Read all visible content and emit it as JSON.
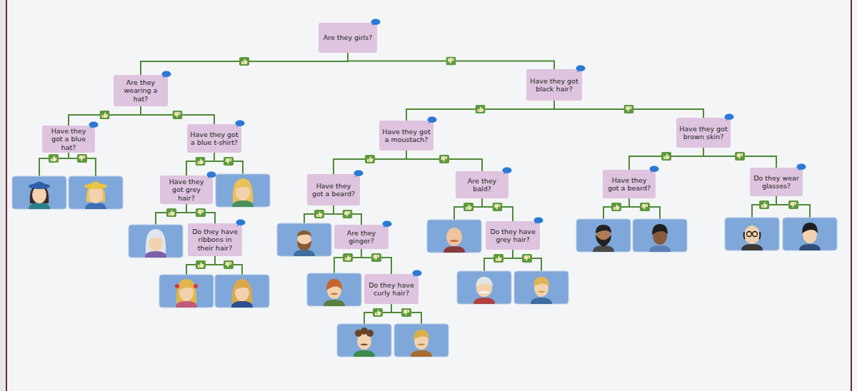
{
  "diagram": {
    "nodes": [
      {
        "text": [
          "Are they girls?"
        ]
      },
      {
        "text": [
          "Are they wearing a hat?"
        ]
      },
      {
        "text": [
          "Have they got black hair?"
        ]
      },
      {
        "text": [
          "Have they got a blue hat?"
        ]
      },
      {
        "text": [
          "Have they got a blue t-shirt?"
        ]
      },
      {
        "text": [
          "Have they got a moustach?"
        ]
      },
      {
        "text": [
          "Have they got brown skin?"
        ]
      },
      {
        "text": [
          "Have they got grey hair?"
        ]
      },
      {
        "text": [
          "Have they got a beard?"
        ]
      },
      {
        "text": [
          "Are they bald?"
        ]
      },
      {
        "text": [
          "Have they got a beard?"
        ]
      },
      {
        "text": [
          "Do they wear glasses?"
        ]
      },
      {
        "text": [
          "Do they have ribbons in their hair?"
        ]
      },
      {
        "text": [
          "Are they ginger?"
        ]
      },
      {
        "text": [
          "Do they have grey hair?"
        ]
      },
      {
        "text": [
          "Do they have curly hair?"
        ]
      }
    ],
    "edges": [
      {
        "from": 0,
        "to": 1,
        "arrow": "none"
      },
      {
        "from": 0,
        "to": 2,
        "arrow": "none"
      },
      {
        "from": 1,
        "to": 3,
        "arrow": "none"
      },
      {
        "from": 1,
        "to": 4,
        "arrow": "none"
      },
      {
        "from": 2,
        "to": 5,
        "arrow": "none"
      },
      {
        "from": 2,
        "to": 6,
        "arrow": "none"
      },
      {
        "from": 4,
        "to": 7,
        "arrow": "none"
      },
      {
        "from": 5,
        "to": 8,
        "arrow": "none"
      },
      {
        "from": 5,
        "to": 9,
        "arrow": "none"
      },
      {
        "from": 6,
        "to": 10,
        "arrow": "none"
      },
      {
        "from": 6,
        "to": 11,
        "arrow": "none"
      },
      {
        "from": 7,
        "to": 12,
        "arrow": "none"
      },
      {
        "from": 8,
        "to": 13,
        "arrow": "none"
      },
      {
        "from": 9,
        "to": 14,
        "arrow": "none"
      },
      {
        "from": 13,
        "to": 15,
        "arrow": "none"
      }
    ]
  }
}
